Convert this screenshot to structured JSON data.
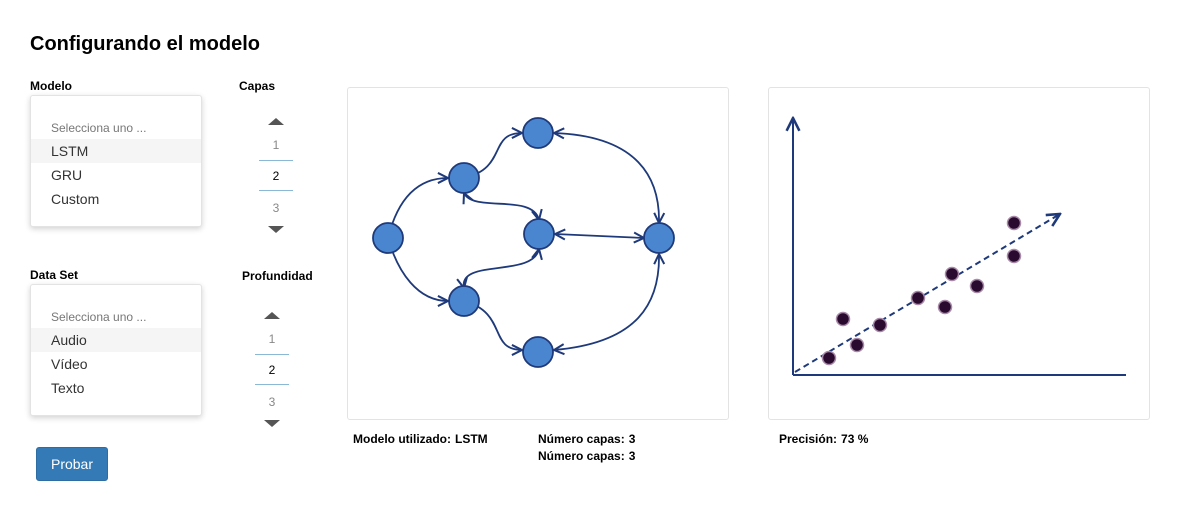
{
  "title": "Configurando el modelo",
  "model": {
    "label": "Modelo",
    "placeholder": "Selecciona uno ...",
    "options": [
      "LSTM",
      "GRU",
      "Custom"
    ],
    "selected": "LSTM"
  },
  "dataset": {
    "label": "Data Set",
    "placeholder": "Selecciona uno ...",
    "options": [
      "Audio",
      "Vídeo",
      "Texto"
    ],
    "selected": "Audio"
  },
  "layers": {
    "label": "Capas",
    "values": [
      "1",
      "2",
      "3"
    ],
    "current": "2"
  },
  "depth": {
    "label": "Profundidad",
    "values": [
      "1",
      "2",
      "3"
    ],
    "current": "2"
  },
  "test_button": "Probar",
  "summary": {
    "model_label": "Modelo utilizado:",
    "model_value": "LSTM",
    "layers_label_1": "Número capas:",
    "layers_value_1": "3",
    "layers_label_2": "Número capas:",
    "layers_value_2": "3",
    "precision_label": "Precisión:",
    "precision_value": "73 %"
  },
  "colors": {
    "node_fill": "#4a86d0",
    "edge": "#1f3a7a",
    "point_fill": "#2a0a2e",
    "button": "#337ab7"
  }
}
